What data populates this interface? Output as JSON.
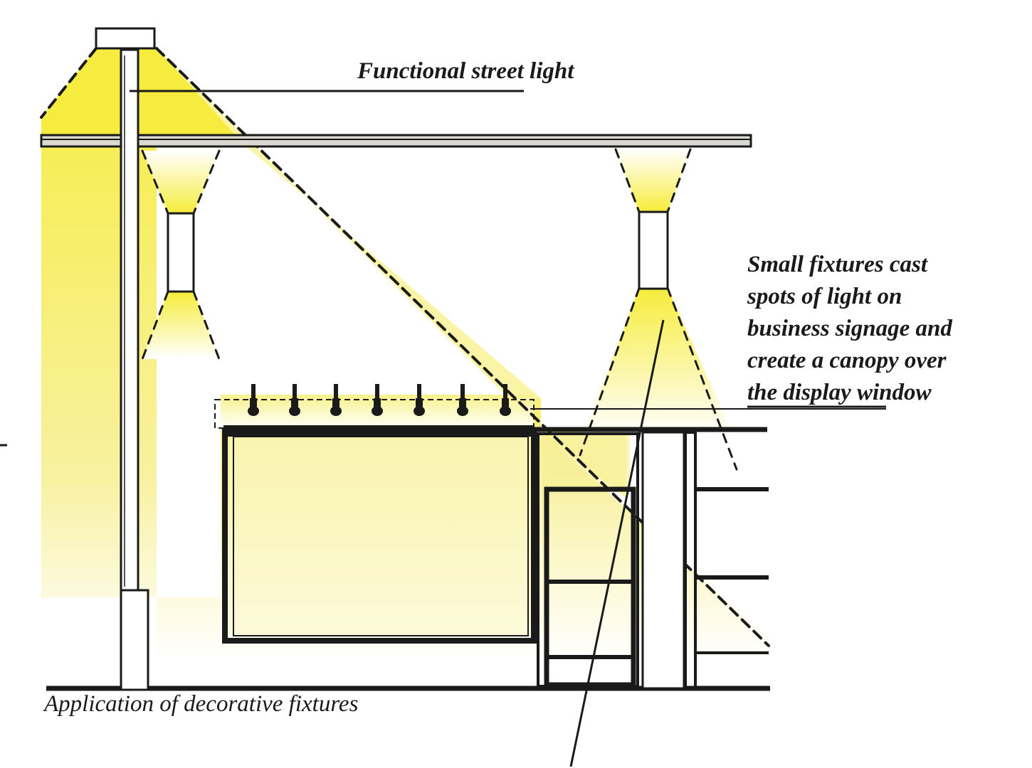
{
  "labels": {
    "street_light": "Functional street light",
    "small_fixtures": [
      "Small fixtures cast",
      "spots of light on",
      "business signage and",
      "create a canopy over",
      "the display window"
    ],
    "caption": "Application of decorative fixtures"
  },
  "colors": {
    "light": "#f8f060",
    "line": "#1a1a1a",
    "fixture": "#ffffff"
  },
  "icons": [
    "street-light-icon",
    "wall-sconce-icon",
    "pendant-fixture-icon",
    "sign-spotlight-icon"
  ]
}
